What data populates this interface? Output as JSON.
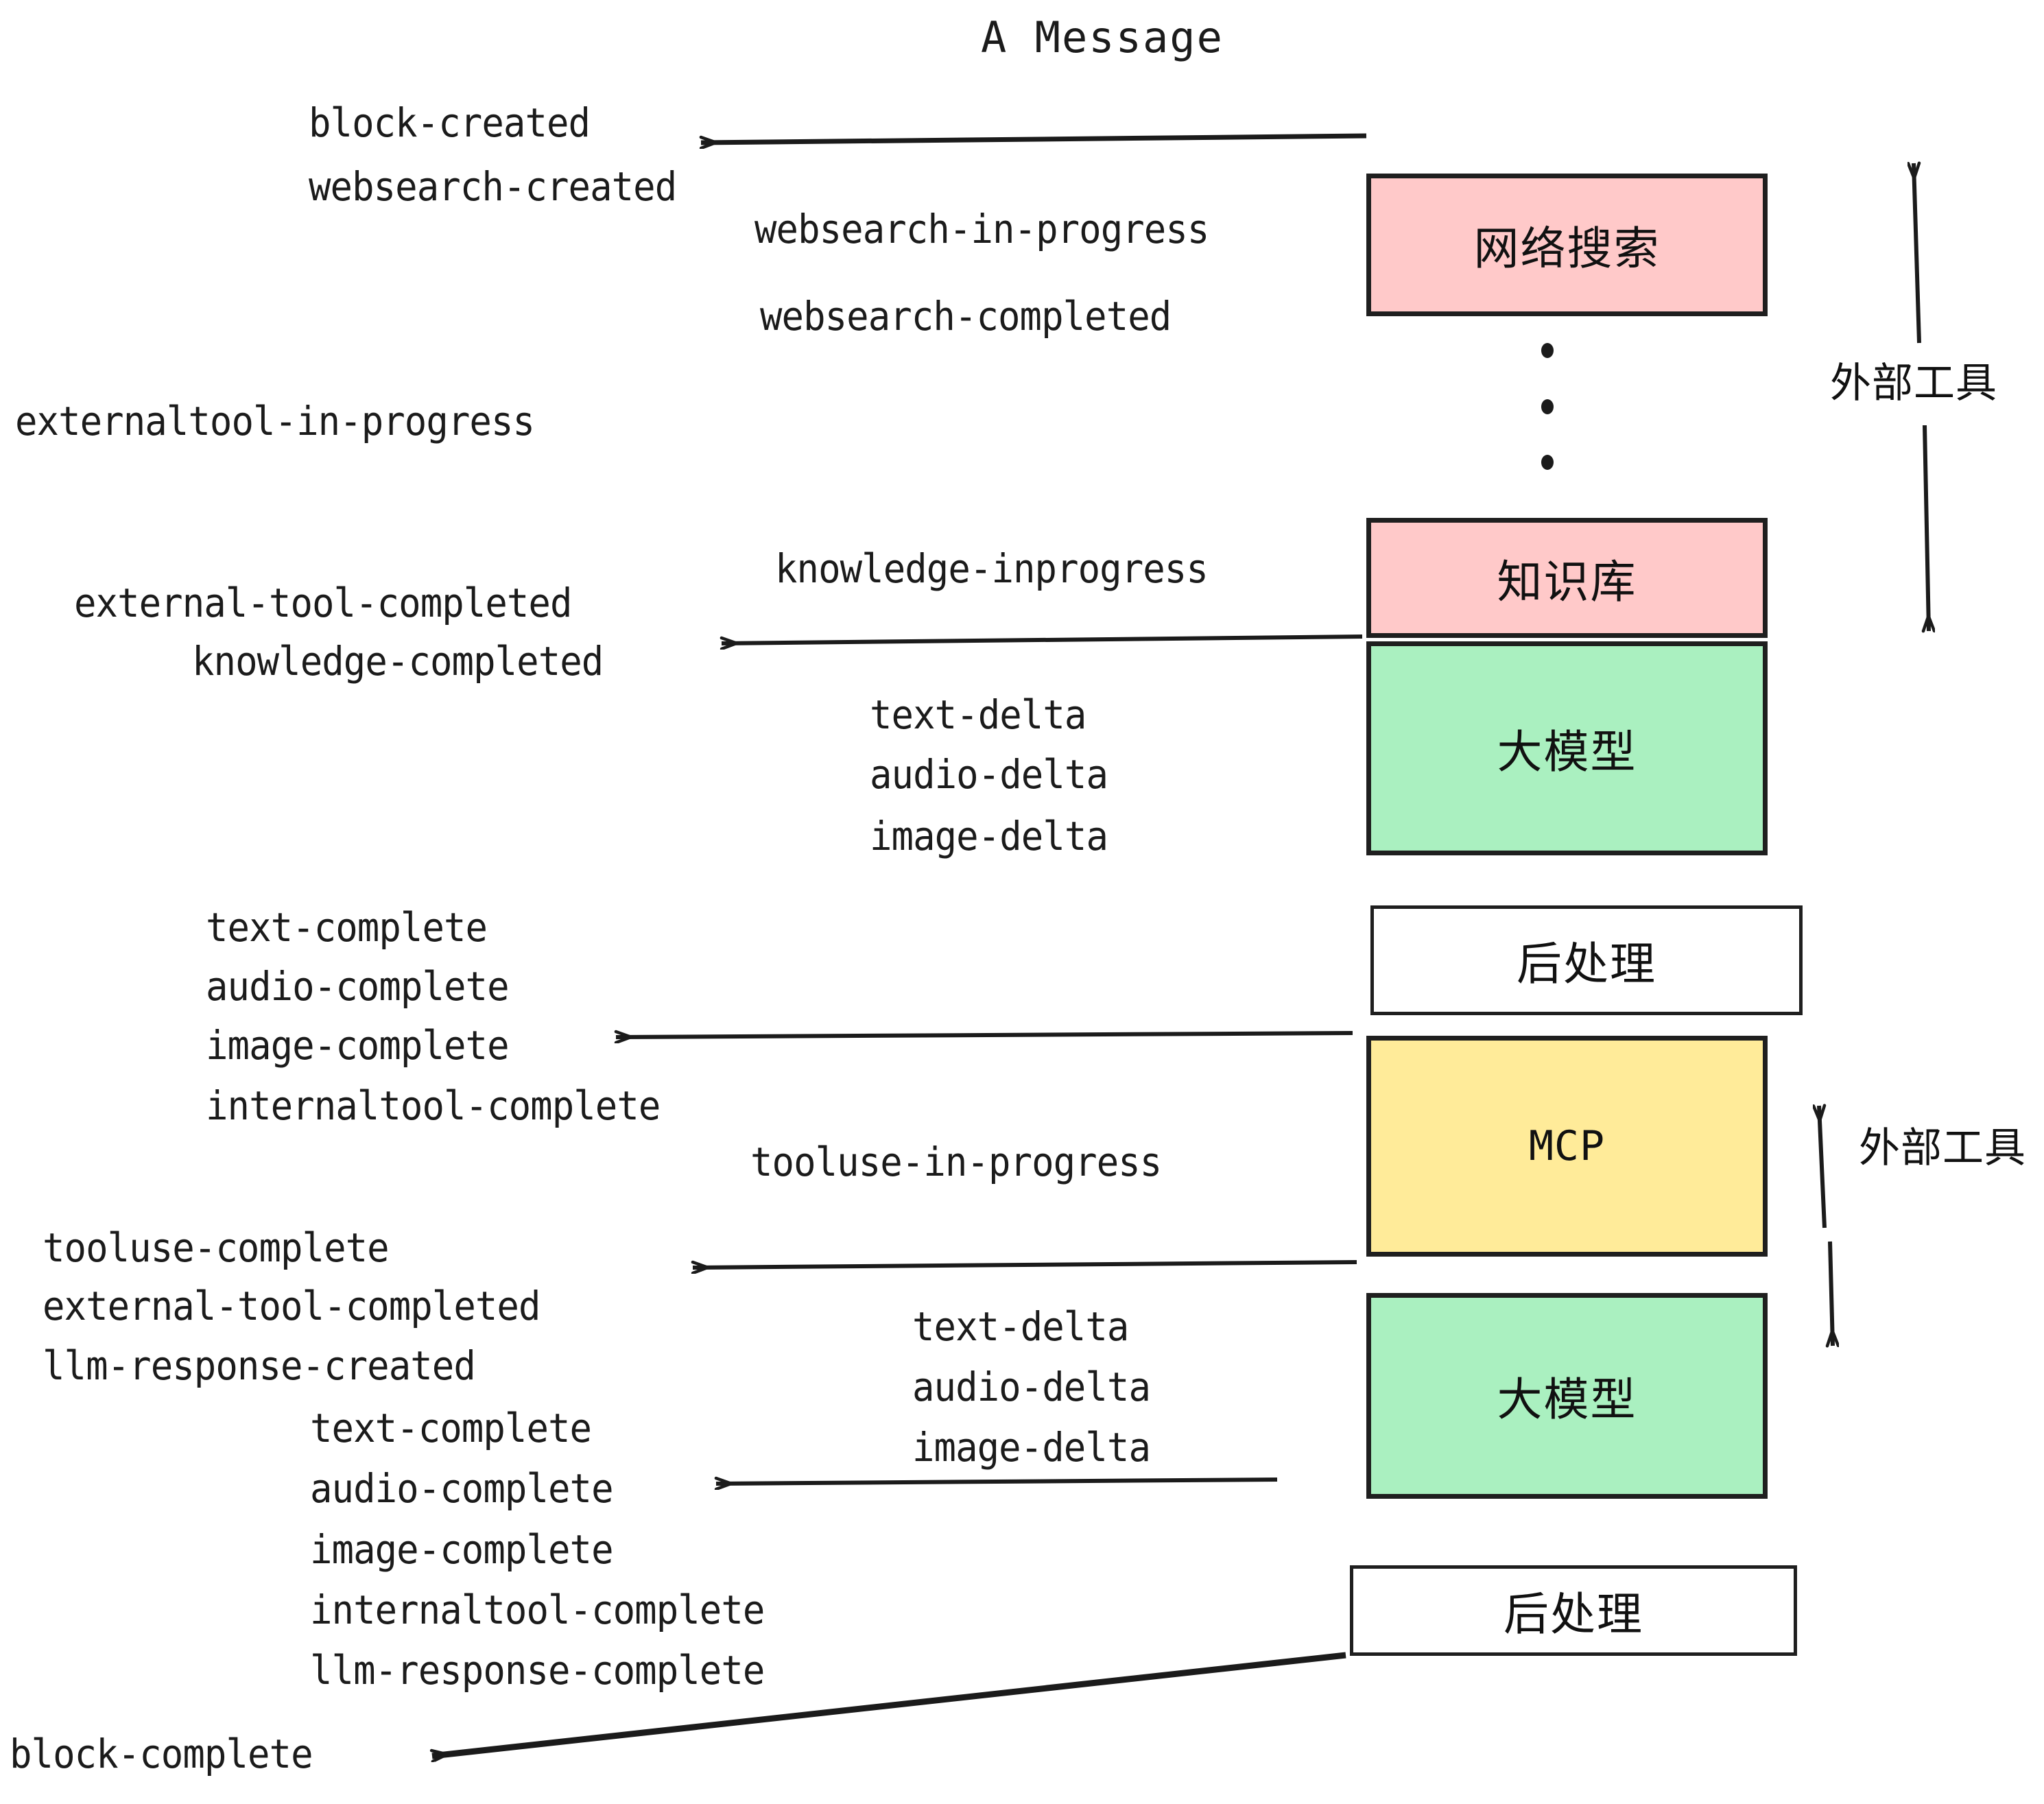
{
  "diagram": {
    "title": "A Message",
    "colors": {
      "pink": "#ffc9c9",
      "green": "#aaf0c0",
      "yellow": "#ffeb99",
      "white": "#ffffff",
      "stroke": "#1f1f1f",
      "text": "#1b1b1b",
      "background": "#ffffff"
    },
    "nodes": [
      {
        "id": "websearch",
        "label": "网络搜索",
        "fill": "pink"
      },
      {
        "id": "knowledge",
        "label": "知识库",
        "fill": "pink"
      },
      {
        "id": "llm-1",
        "label": "大模型",
        "fill": "green"
      },
      {
        "id": "postprocess-1",
        "label": "后处理",
        "fill": "white"
      },
      {
        "id": "mcp",
        "label": "MCP",
        "fill": "yellow"
      },
      {
        "id": "llm-2",
        "label": "大模型",
        "fill": "green"
      },
      {
        "id": "postprocess-2",
        "label": "后处理",
        "fill": "white"
      }
    ],
    "side_labels": [
      {
        "id": "external-tools-top",
        "label": "外部工具"
      },
      {
        "id": "external-tools-bottom",
        "label": "外部工具"
      }
    ],
    "events": {
      "block_created": "block-created",
      "websearch_created": "websearch-created",
      "websearch_in_progress": "websearch-in-progress",
      "websearch_completed": "websearch-completed",
      "externaltool_in_progress": "externaltool-in-progress",
      "knowledge_inprogress": "knowledge-inprogress",
      "external_tool_completed_1": "external-tool-completed",
      "knowledge_completed": "knowledge-completed",
      "text_delta_1": "text-delta",
      "audio_delta_1": "audio-delta",
      "image_delta_1": "image-delta",
      "text_complete_1": "text-complete",
      "audio_complete_1": "audio-complete",
      "image_complete_1": "image-complete",
      "internaltool_complete_1": "internaltool-complete",
      "tooluse_in_progress": "tooluse-in-progress",
      "tooluse_complete": "tooluse-complete",
      "external_tool_completed_2": "external-tool-completed",
      "llm_response_created": "llm-response-created",
      "text_delta_2": "text-delta",
      "audio_delta_2": "audio-delta",
      "image_delta_2": "image-delta",
      "text_complete_2": "text-complete",
      "audio_complete_2": "audio-complete",
      "image_complete_2": "image-complete",
      "internaltool_complete_2": "internaltool-complete",
      "llm_response_complete": "llm-response-complete",
      "block_complete": "block-complete"
    }
  }
}
